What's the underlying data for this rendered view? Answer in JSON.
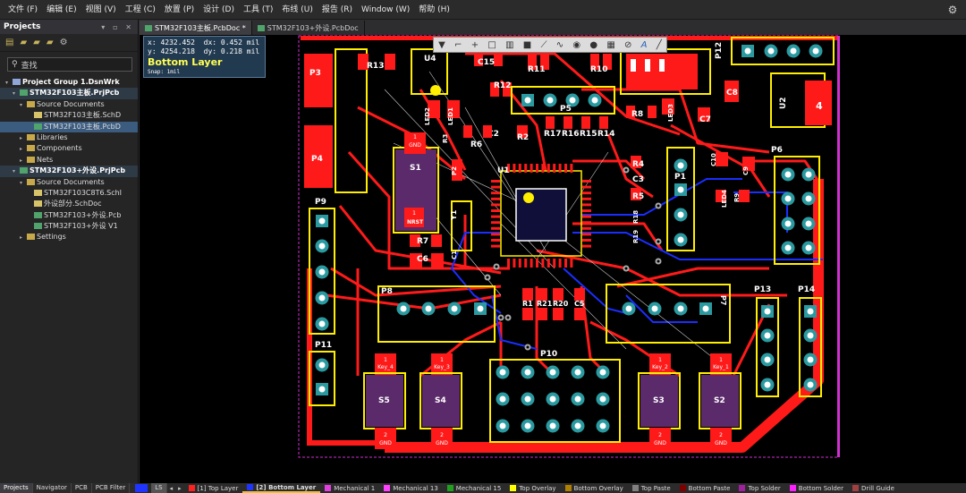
{
  "menu": [
    "文件 (F)",
    "编辑 (E)",
    "视图 (V)",
    "工程 (C)",
    "放置 (P)",
    "设计 (D)",
    "工具 (T)",
    "布线 (U)",
    "报告 (R)",
    "Window (W)",
    "帮助 (H)"
  ],
  "projects_panel": {
    "title": "Projects",
    "search_placeholder": "查找",
    "tree": [
      {
        "label": "Project Group 1.DsnWrk",
        "level": 0,
        "icon": "proj",
        "bold": true
      },
      {
        "label": "STM32F103主板.PrjPcb",
        "level": 1,
        "icon": "pcb",
        "bold": true,
        "state": "cur"
      },
      {
        "label": "Source Documents",
        "level": 2,
        "icon": "folder"
      },
      {
        "label": "STM32F103主板.SchD",
        "level": 3,
        "icon": "sch"
      },
      {
        "label": "STM32F103主板.PcbD",
        "level": 3,
        "icon": "pcb",
        "state": "sel"
      },
      {
        "label": "Libraries",
        "level": 2,
        "icon": "folder"
      },
      {
        "label": "Components",
        "level": 2,
        "icon": "folder"
      },
      {
        "label": "Nets",
        "level": 2,
        "icon": "folder"
      },
      {
        "label": "STM32F103+外设.PrjPcb",
        "level": 1,
        "icon": "pcb",
        "bold": true,
        "state": "cur"
      },
      {
        "label": "Source Documents",
        "level": 2,
        "icon": "folder"
      },
      {
        "label": "STM32F103C8T6.SchI",
        "level": 3,
        "icon": "sch"
      },
      {
        "label": "外设部分.SchDoc",
        "level": 3,
        "icon": "sch"
      },
      {
        "label": "STM32F103+外设.Pcb",
        "level": 3,
        "icon": "pcb"
      },
      {
        "label": "STM32F103+外设 V1",
        "level": 3,
        "icon": "pcb"
      },
      {
        "label": "Settings",
        "level": 2,
        "icon": "folder"
      }
    ]
  },
  "doc_tabs": [
    {
      "label": "STM32F103主板.PcbDoc *",
      "active": true
    },
    {
      "label": "STM32F103+外设.PcbDoc",
      "active": false
    }
  ],
  "coords": {
    "x": "x:  4232.452",
    "dx": "dx:    0.452 mil",
    "y": "y:  4254.218",
    "dy": "dy:    0.218 mil",
    "layer": "Bottom Layer",
    "snap": "Snap: 1mil"
  },
  "bottom_tabs": [
    "Projects",
    "Navigator",
    "PCB",
    "PCB Filter"
  ],
  "ls_label": "LS",
  "layers": [
    {
      "name": "[1] Top Layer",
      "color": "#ff2020"
    },
    {
      "name": "[2] Bottom Layer",
      "color": "#1f35ff",
      "active": true
    },
    {
      "name": "Mechanical 1",
      "color": "#e040e0"
    },
    {
      "name": "Mechanical 13",
      "color": "#ff40ff"
    },
    {
      "name": "Mechanical 15",
      "color": "#20a020"
    },
    {
      "name": "Top Overlay",
      "color": "#ffff00"
    },
    {
      "name": "Bottom Overlay",
      "color": "#b08000"
    },
    {
      "name": "Top Paste",
      "color": "#808080"
    },
    {
      "name": "Bottom Paste",
      "color": "#800000"
    },
    {
      "name": "Top Solder",
      "color": "#a020a0"
    },
    {
      "name": "Bottom Solder",
      "color": "#ff20ff"
    },
    {
      "name": "Drill Guide",
      "color": "#a04040"
    }
  ],
  "pcb": {
    "designators": [
      "P3",
      "R13",
      "U4",
      "C15",
      "R11",
      "R10",
      "P12",
      "R12",
      "LED2",
      "LED1",
      "P5",
      "LED3",
      "R8",
      "C8",
      "U2",
      "C7",
      "R3",
      "R6",
      "C2",
      "R2",
      "R17",
      "R16",
      "R15",
      "R14",
      "P6",
      "P4",
      "S1",
      "P2",
      "U1",
      "R4",
      "C3",
      "R5",
      "R18",
      "R19",
      "P1",
      "C10",
      "C9",
      "R9",
      "LED4",
      "NRST",
      "Y1",
      "R7",
      "C1",
      "C6",
      "P9",
      "P8",
      "R1",
      "R21",
      "R20",
      "C5",
      "P7",
      "P13",
      "P14",
      "P11",
      "P10",
      "S5",
      "S4",
      "S3",
      "S2"
    ],
    "pad_labels": [
      "GND",
      "GND",
      "GND",
      "GND",
      "GND",
      "Key_4",
      "Key_3",
      "Key_2",
      "Key_1"
    ],
    "pad_numbers": [
      "1",
      "2"
    ]
  }
}
